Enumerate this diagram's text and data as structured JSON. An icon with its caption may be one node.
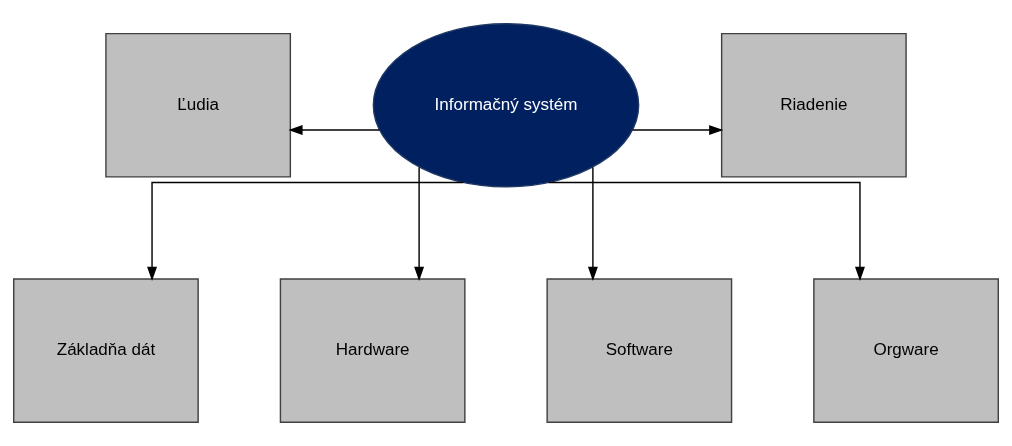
{
  "diagram": {
    "nodes": [
      {
        "text": [
          "Ľudia"
        ]
      },
      {
        "text": [
          "Informačný systém"
        ]
      },
      {
        "text": [
          "Riadenie"
        ]
      },
      {
        "text": [
          "Základňa dát"
        ]
      },
      {
        "text": [
          "Hardware"
        ]
      },
      {
        "text": [
          "Software"
        ]
      },
      {
        "text": [
          "Orgware"
        ]
      }
    ],
    "edges": [
      {
        "from": 1,
        "to": 0,
        "arrow": "to"
      },
      {
        "from": 1,
        "to": 2,
        "arrow": "to"
      },
      {
        "from": 1,
        "to": 3,
        "arrow": "to"
      },
      {
        "from": 1,
        "to": 4,
        "arrow": "to"
      },
      {
        "from": 1,
        "to": 5,
        "arrow": "to"
      },
      {
        "from": 1,
        "to": 6,
        "arrow": "to"
      }
    ]
  }
}
